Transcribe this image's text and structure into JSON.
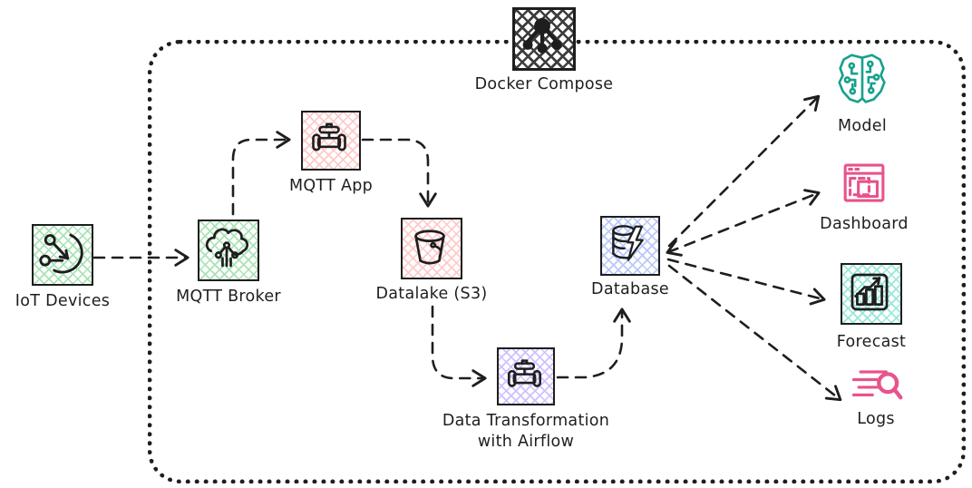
{
  "diagram": {
    "nodes": {
      "iot_devices": {
        "label": "IoT Devices"
      },
      "mqtt_broker": {
        "label": "MQTT Broker"
      },
      "mqtt_app": {
        "label": "MQTT App"
      },
      "docker_compose": {
        "label": "Docker Compose"
      },
      "datalake": {
        "label": "Datalake (S3)"
      },
      "data_transformation": {
        "label_line1": "Data Transformation",
        "label_line2": "with Airflow"
      },
      "database": {
        "label": "Database"
      },
      "model": {
        "label": "Model"
      },
      "dashboard": {
        "label": "Dashboard"
      },
      "forecast": {
        "label": "Forecast"
      },
      "logs": {
        "label": "Logs"
      }
    },
    "edges": [
      {
        "from": "IoT Devices",
        "to": "MQTT Broker",
        "style": "dashed"
      },
      {
        "from": "MQTT Broker",
        "to": "MQTT App",
        "style": "dashed"
      },
      {
        "from": "MQTT App",
        "to": "Datalake (S3)",
        "style": "dashed"
      },
      {
        "from": "Datalake (S3)",
        "to": "Data Transformation with Airflow",
        "style": "dashed"
      },
      {
        "from": "Data Transformation with Airflow",
        "to": "Database",
        "style": "dashed"
      },
      {
        "from": "Database",
        "to": "Model",
        "style": "dashed"
      },
      {
        "from": "Database",
        "to": "Dashboard",
        "style": "dashed",
        "bidirectional": true
      },
      {
        "from": "Database",
        "to": "Forecast",
        "style": "dashed"
      },
      {
        "from": "Database",
        "to": "Logs",
        "style": "dashed"
      }
    ],
    "container": {
      "label": "Docker Compose",
      "border_style": "dotted"
    },
    "colors": {
      "ink": "#1e1e1e",
      "green_fill": "#a9e3b4",
      "red_fill": "#ffc9c9",
      "purple_fill": "#d0bfff",
      "blue_fill": "#bac8f8",
      "teal_fill": "#96e8d9",
      "dark_fill": "#3d3d3d",
      "teal_stroke": "#17a08c",
      "pink_stroke": "#e8538c"
    }
  }
}
